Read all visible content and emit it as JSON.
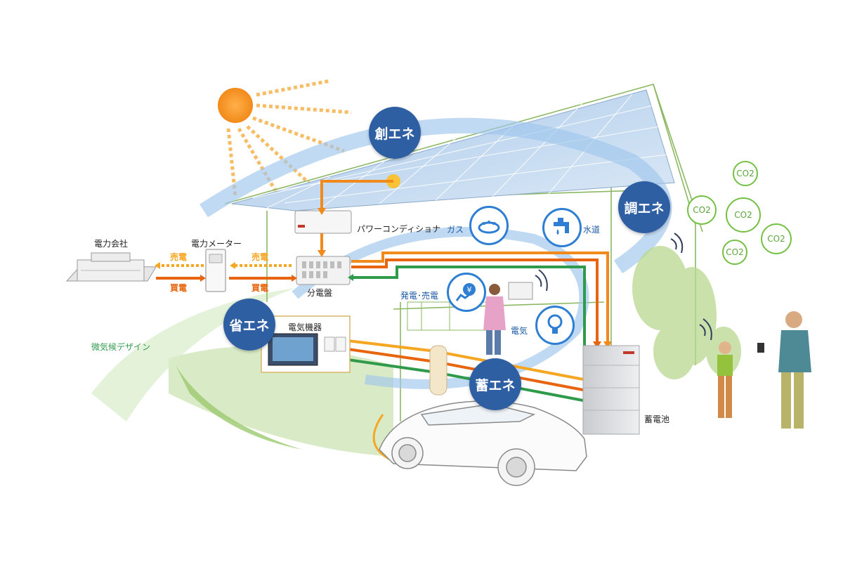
{
  "badges": {
    "create": "創エネ",
    "adjust": "調エネ",
    "save": "省エネ",
    "store": "蓄エネ"
  },
  "labels": {
    "power_company": "電力会社",
    "power_meter": "電力メーター",
    "sell_left": "売電",
    "buy_left": "買電",
    "sell_right": "売電",
    "buy_right": "買電",
    "power_conditioner": "パワーコンディショナ",
    "distribution_board": "分電盤",
    "gas": "ガス",
    "water": "水道",
    "gen_sell": "発電･売電",
    "electric": "電気",
    "appliances": "電気機器",
    "microclimate": "微気候デザイン",
    "battery": "蓄電池"
  },
  "co2": [
    "CO2",
    "CO2",
    "CO2",
    "CO2",
    "CO2"
  ],
  "icons": [
    "sun-icon",
    "gas-burner-icon",
    "water-faucet-icon",
    "light-bulb-icon",
    "yen-graph-icon",
    "wifi-icon",
    "co2-icon",
    "house-icon",
    "car-icon",
    "tree-icon",
    "person-icon",
    "battery-icon"
  ],
  "colors": {
    "badge_blue": "#2f5fa3",
    "orange_flow": "#f08a1c",
    "dark_orange_flow": "#e8650f",
    "green_flow": "#2f9a4a",
    "icon_blue": "#2e7fd3",
    "co2_green": "#74c043"
  }
}
